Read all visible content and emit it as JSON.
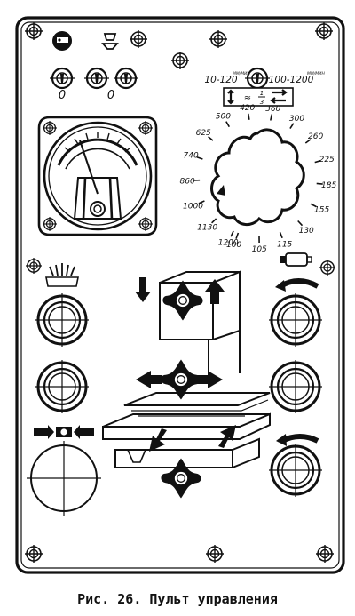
{
  "figure": {
    "caption": "Рис. 26.  Пульт управления"
  },
  "top_switches": [
    {
      "position_label": "0"
    },
    {
      "position_label": "0"
    }
  ],
  "speed_range": {
    "left_label": "10-120",
    "left_unit": "ММ/МИН",
    "right_label": "100-1200",
    "right_unit": "ММ/МИН"
  },
  "ratio_box": {
    "approx": "≈",
    "numerator": "1",
    "denominator": "3"
  },
  "dial": {
    "scale": [
      "100",
      "105",
      "115",
      "130",
      "155",
      "185",
      "225",
      "260",
      "300",
      "360",
      "420",
      "500",
      "625",
      "740",
      "860",
      "1000",
      "1130",
      "1200"
    ]
  },
  "colors": {
    "ink": "#111111",
    "panel": "#ffffff"
  }
}
